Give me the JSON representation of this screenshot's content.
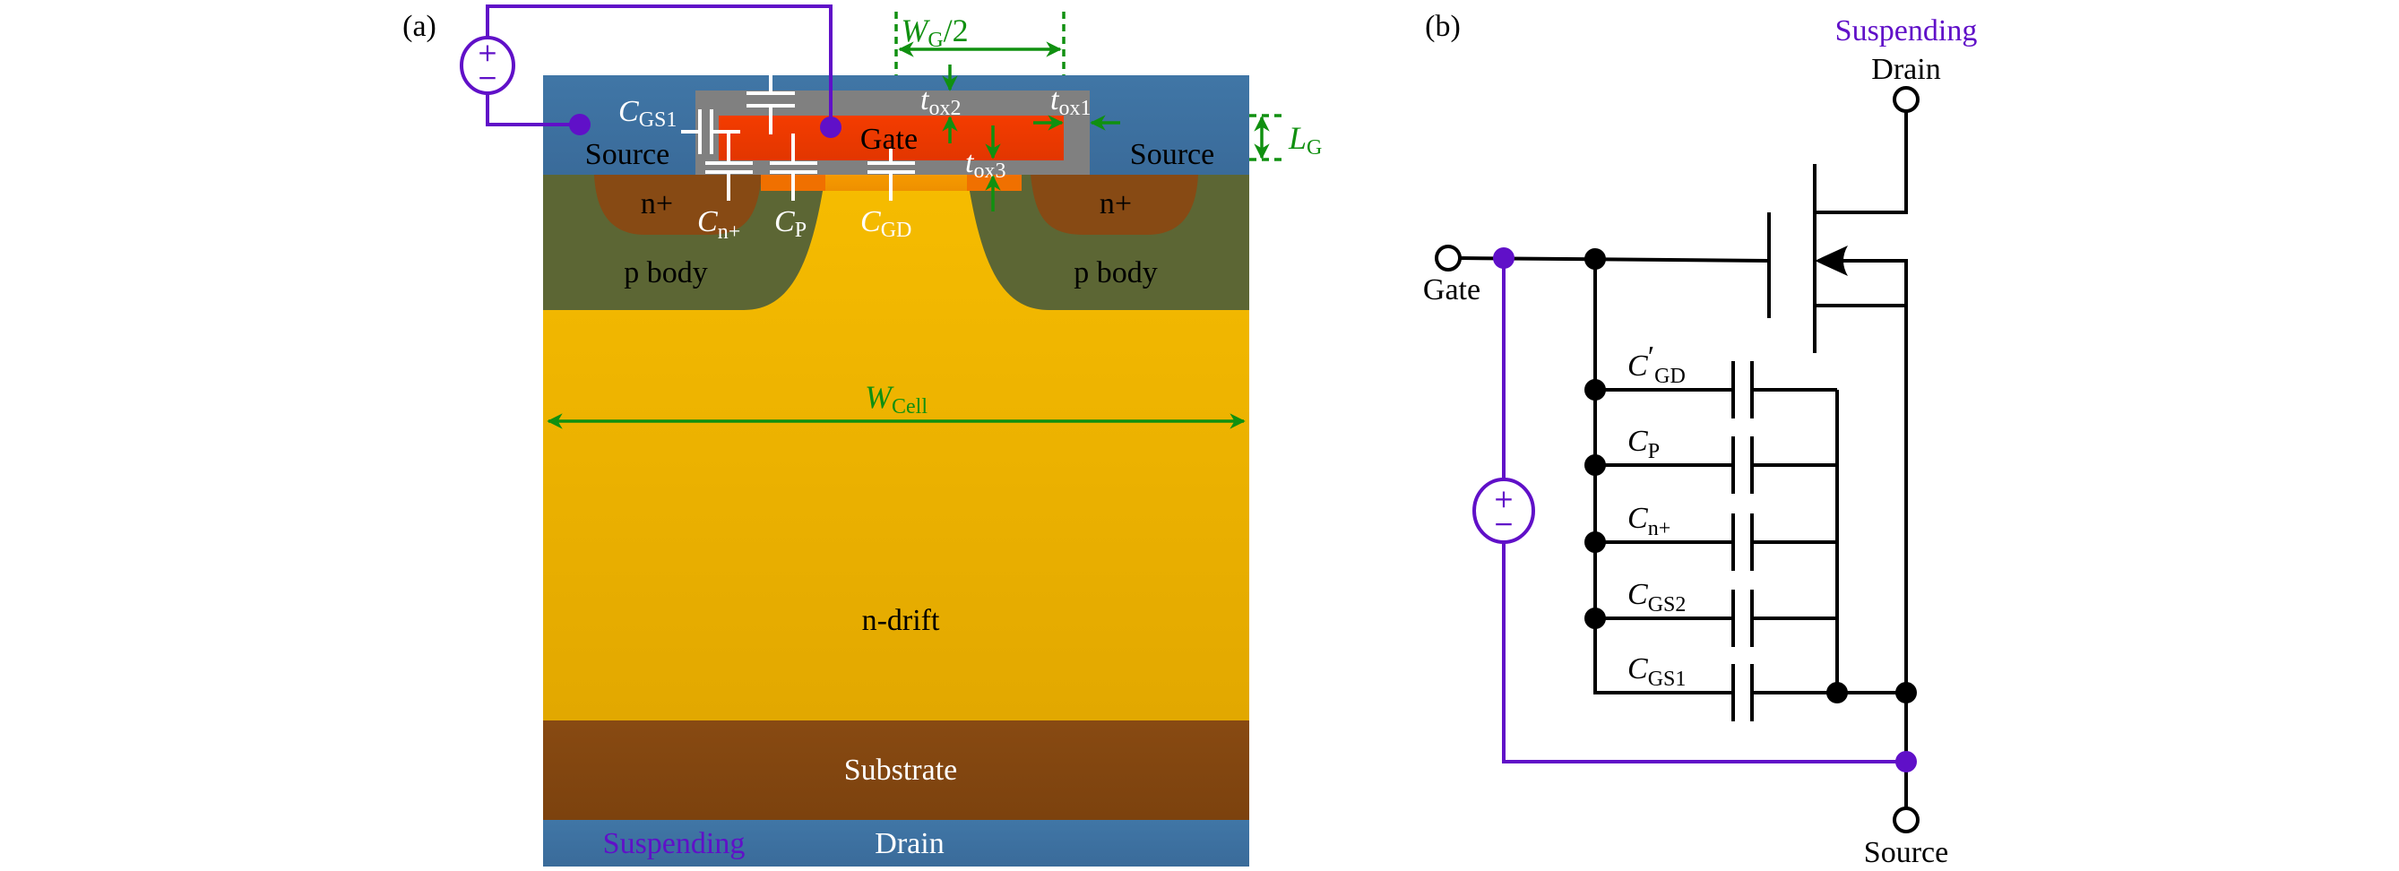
{
  "panel_a": {
    "tag": "(a)",
    "regions": {
      "source_left": "Source",
      "source_right": "Source",
      "gate": "Gate",
      "n_plus_left": "n+",
      "n_plus_right": "n+",
      "p_body_left": "p body",
      "p_body_right": "p body",
      "n_drift": "n-drift",
      "substrate": "Substrate",
      "drain": "Drain",
      "suspending": "Suspending"
    },
    "capacitors": [
      {
        "sym": "C",
        "sub": "GS1"
      },
      {
        "sym": "C",
        "sub": "n+"
      },
      {
        "sym": "C",
        "sub": "P"
      },
      {
        "sym": "C",
        "sub": "GD"
      }
    ],
    "dimensions": {
      "wg": {
        "sym": "W",
        "sub": "G",
        "suffix": "/2"
      },
      "lg": {
        "sym": "L",
        "sub": "G"
      },
      "wcell": {
        "sym": "W",
        "sub": "Cell"
      },
      "tox1": {
        "sym": "t",
        "sub": "ox1"
      },
      "tox2": {
        "sym": "t",
        "sub": "ox2"
      },
      "tox3": {
        "sym": "t",
        "sub": "ox3"
      }
    },
    "source_symbol": {
      "plus": "+",
      "minus": "−"
    }
  },
  "panel_b": {
    "tag": "(b)",
    "suspending": "Suspending",
    "drain": "Drain",
    "gate": "Gate",
    "source": "Source",
    "capacitors": [
      {
        "sym": "C",
        "prime": "′",
        "sub": "GD"
      },
      {
        "sym": "C",
        "prime": "",
        "sub": "P"
      },
      {
        "sym": "C",
        "prime": "",
        "sub": "n+"
      },
      {
        "sym": "C",
        "prime": "",
        "sub": "GS2"
      },
      {
        "sym": "C",
        "prime": "",
        "sub": "GS1"
      }
    ],
    "source_symbol": {
      "plus": "+",
      "minus": "−"
    }
  },
  "colors": {
    "metal": "#3d6fa0",
    "oxide": "#808080",
    "gate_poly": "#f03a00",
    "channel": "#f07000",
    "jfet_top": "#f5a000",
    "drift": "#f3b800",
    "drift_bottom": "#e2aa00",
    "n_plus": "#874a14",
    "p_body": "#5c6634",
    "substrate": "#82460f",
    "dimension": "#109010",
    "bias": "#6010c8",
    "wire": "#000000"
  }
}
